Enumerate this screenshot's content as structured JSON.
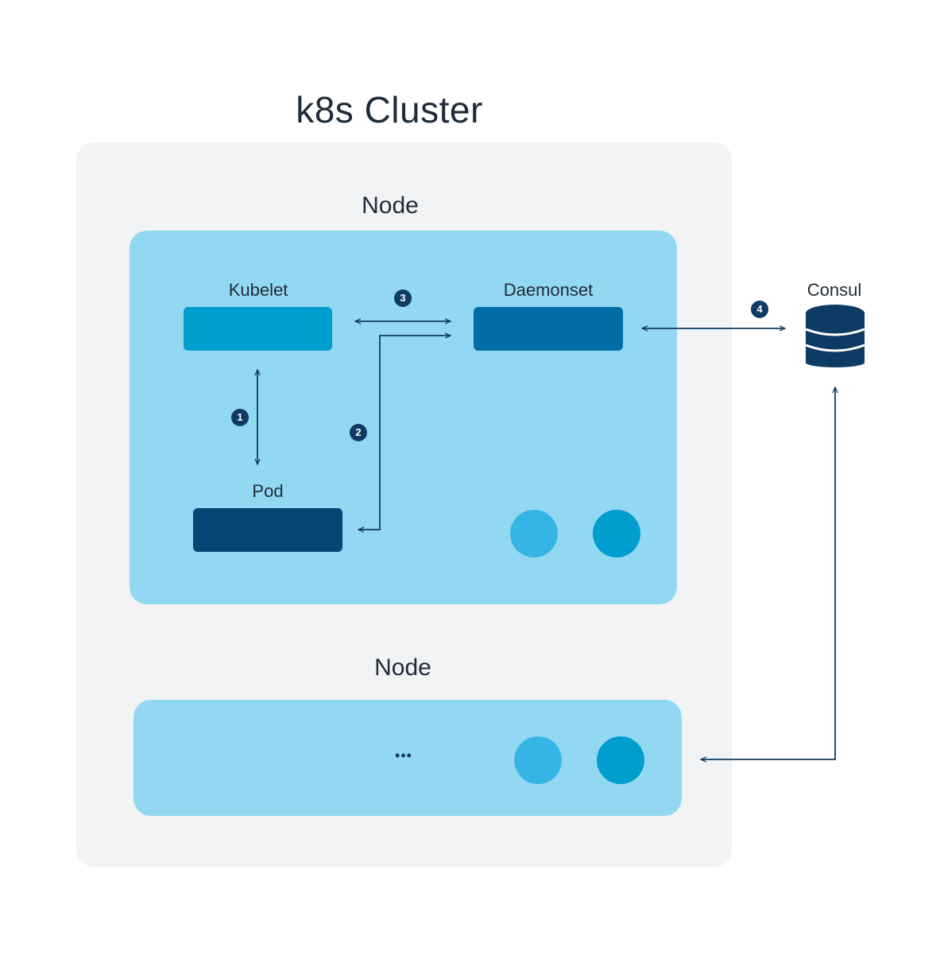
{
  "title": "k8s Cluster",
  "nodes": [
    {
      "label": "Node"
    },
    {
      "label": "Node",
      "ellipsis": "•••"
    }
  ],
  "components": {
    "kubelet": "Kubelet",
    "daemonset": "Daemonset",
    "pod": "Pod",
    "consul": "Consul"
  },
  "steps": [
    "1",
    "2",
    "3",
    "4"
  ],
  "colors": {
    "cluster_bg": "#f2f3f5",
    "node_bg": "#93d8f3",
    "kubelet": "#009dcf",
    "daemonset": "#016fa6",
    "pod": "#024673",
    "dot_light": "#36b5e5",
    "dot_dark": "#009dcf",
    "arrow": "#0e3b64"
  }
}
